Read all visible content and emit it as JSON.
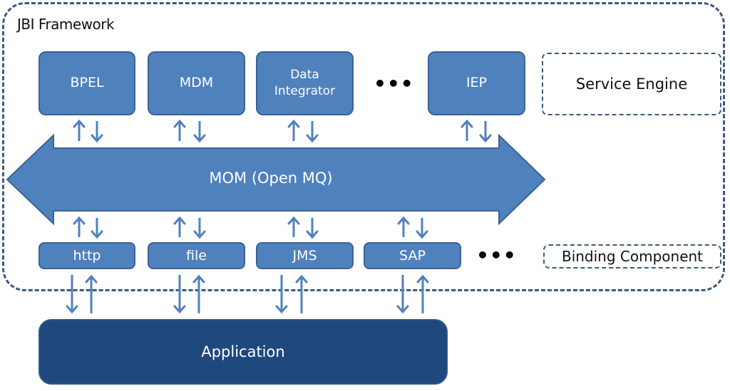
{
  "framework": {
    "title": "JBI Framework"
  },
  "service_engines": [
    {
      "label": "BPEL"
    },
    {
      "label": "MDM"
    },
    {
      "label": "Data Integrator"
    },
    {
      "label": "IEP"
    }
  ],
  "service_engines_ellipsis": "•••",
  "bus": {
    "label": "MOM (Open MQ)"
  },
  "binding_components": [
    {
      "label": "http"
    },
    {
      "label": "file"
    },
    {
      "label": "JMS"
    },
    {
      "label": "SAP"
    }
  ],
  "binding_components_ellipsis": "•••",
  "legend": {
    "service_engine": "Service Engine",
    "binding_component": "Binding Component"
  },
  "application": {
    "label": "Application"
  },
  "colors": {
    "component_fill": "#4f81bd",
    "component_border": "#3a6394",
    "application_fill": "#1f497d",
    "dashed_border": "#3a5a80"
  }
}
